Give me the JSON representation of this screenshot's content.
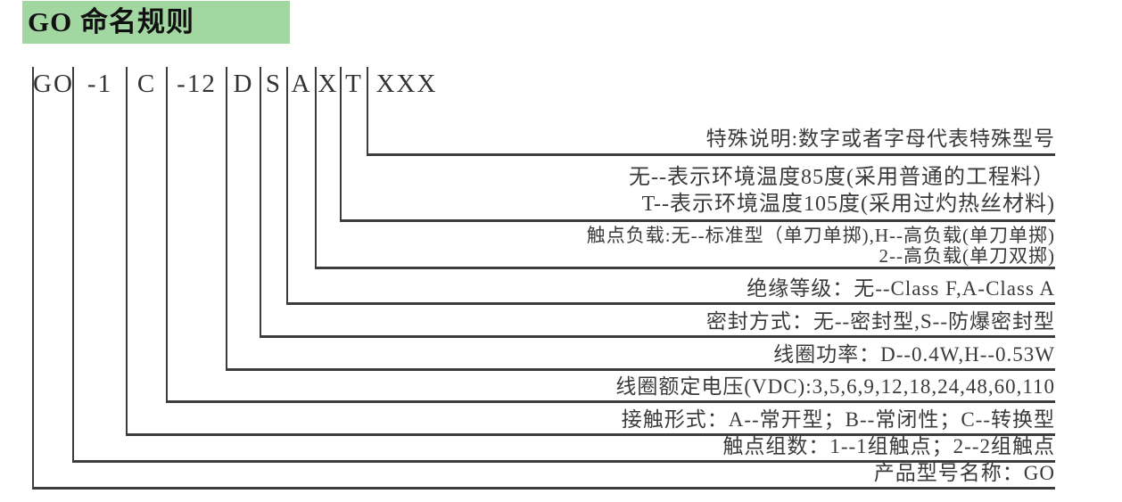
{
  "header": {
    "title": "GO 命名规则",
    "bg_color": "#a3d7a2"
  },
  "model_code": {
    "segments": [
      "GO",
      "-1",
      "C",
      "-12",
      "D",
      "S",
      "A",
      "X",
      "T",
      "XXX"
    ]
  },
  "annotations": [
    {
      "name": "special-note",
      "lines": [
        "特殊说明:数字或者字母代表特殊型号"
      ]
    },
    {
      "name": "ambient-temperature",
      "lines": [
        "无--表示环境温度85度(采用普通的工程料）",
        "T--表示环境温度105度(采用过灼热丝材料)"
      ]
    },
    {
      "name": "contact-load",
      "lines": [
        "触点负载:无--标准型（单刀单掷),H--高负载(单刀单掷)",
        "2--高负载(单刀双掷)"
      ]
    },
    {
      "name": "insulation-class",
      "lines": [
        "绝缘等级：无--Class F,A-Class A"
      ]
    },
    {
      "name": "sealing-type",
      "lines": [
        "密封方式：无--密封型,S--防爆密封型"
      ]
    },
    {
      "name": "coil-power",
      "lines": [
        "线圈功率：D--0.4W,H--0.53W"
      ]
    },
    {
      "name": "coil-rated-voltage",
      "lines": [
        "线圈额定电压(VDC):3,5,6,9,12,18,24,48,60,110"
      ]
    },
    {
      "name": "contact-form",
      "lines": [
        "接触形式：A--常开型；B--常闭性；C--转换型"
      ]
    },
    {
      "name": "contact-groups",
      "lines": [
        "触点组数：1--1组触点；2--2组触点"
      ]
    },
    {
      "name": "product-name",
      "lines": [
        "产品型号名称：GO"
      ]
    }
  ],
  "colors": {
    "line": "#3d3d3d",
    "text": "#333333",
    "header_bg": "#a3d7a2"
  }
}
